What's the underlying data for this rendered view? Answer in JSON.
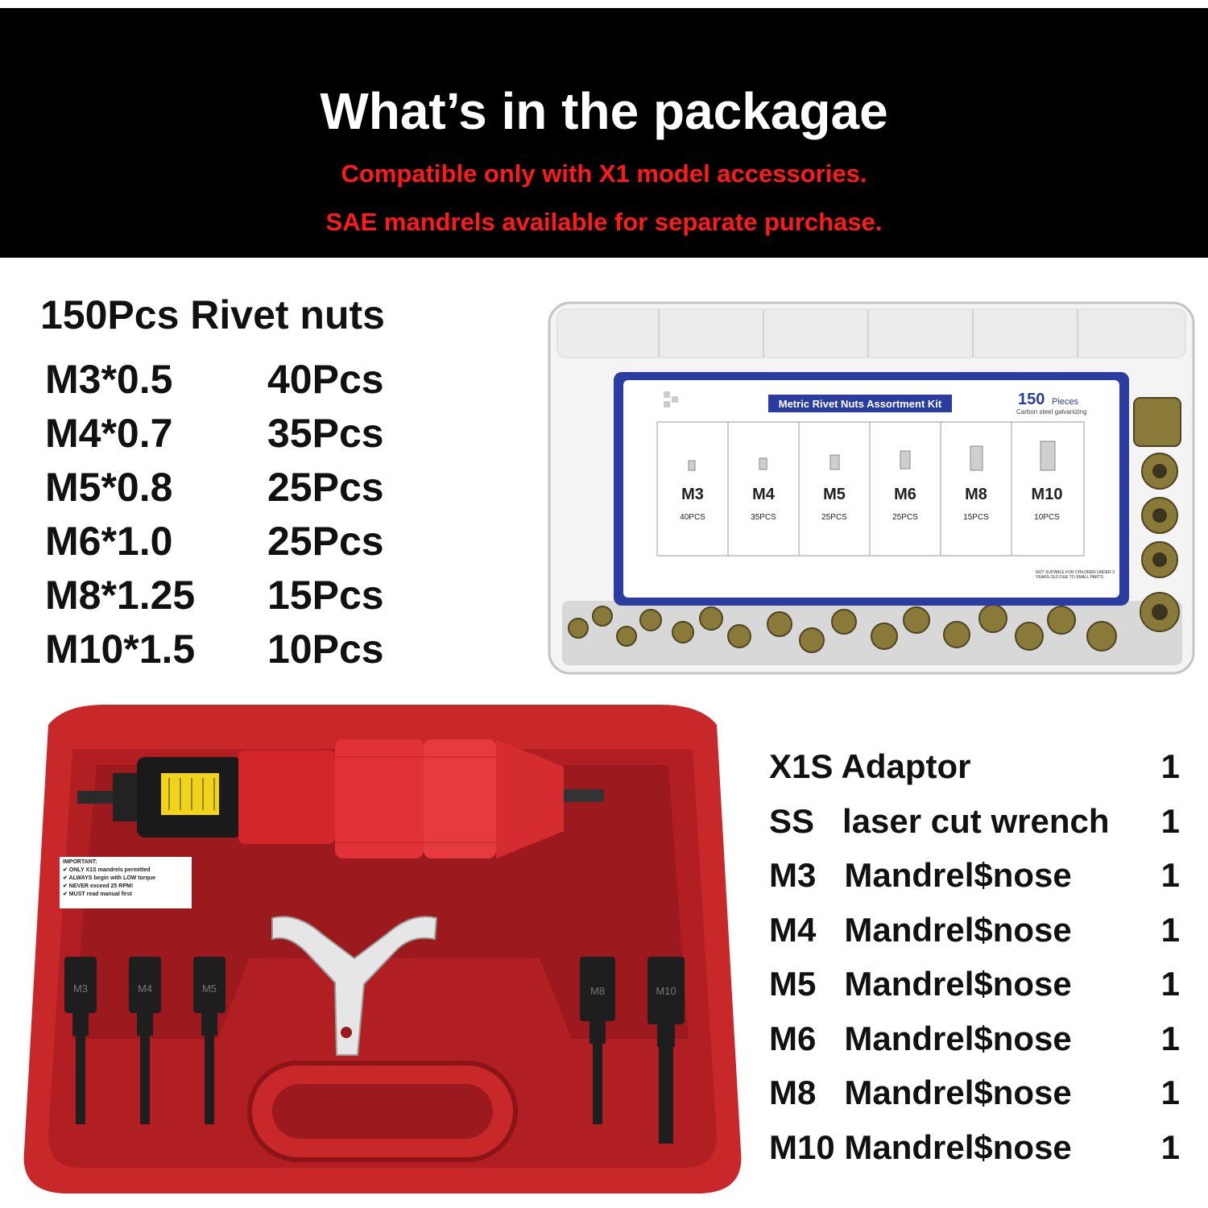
{
  "banner": {
    "title": "What’s in the packagae",
    "line1": "Compatible only with X1 model accessories.",
    "line2": "SAE mandrels available for separate purchase."
  },
  "rivet_nuts": {
    "title": "150Pcs Rivet nuts",
    "rows": [
      {
        "size": "M3*0.5",
        "qty": "40Pcs"
      },
      {
        "size": "M4*0.7",
        "qty": "35Pcs"
      },
      {
        "size": "M5*0.8",
        "qty": "25Pcs"
      },
      {
        "size": "M6*1.0",
        "qty": "25Pcs"
      },
      {
        "size": "M8*1.25",
        "qty": "15Pcs"
      },
      {
        "size": "M10*1.5",
        "qty": "10Pcs"
      }
    ]
  },
  "kit_box": {
    "label_title": "Metric Rivet Nuts Assortment Kit",
    "count": "150",
    "count_unit": "Pieces",
    "material": "Carbon steel galvanizing",
    "warning": "NOT SUITABLE FOR CHILDREN UNDER 3 YEARS OLD DUE TO SMALL PARTS",
    "compartments": [
      {
        "size": "M3",
        "pcs": "40PCS"
      },
      {
        "size": "M4",
        "pcs": "35PCS"
      },
      {
        "size": "M5",
        "pcs": "25PCS"
      },
      {
        "size": "M6",
        "pcs": "25PCS"
      },
      {
        "size": "M8",
        "pcs": "15PCS"
      },
      {
        "size": "M10",
        "pcs": "10PCS"
      }
    ]
  },
  "case": {
    "notice": [
      "IMPORTANT:",
      "✔ ONLY X1S mandrels permitted",
      "✔ ALWAYS begin with LOW torque",
      "✔ NEVER exceed 25 RPM!",
      "✔ MUST read manual first"
    ],
    "mandrel_left": [
      "M3",
      "M4",
      "M5"
    ],
    "mandrel_right": [
      "M8",
      "M10"
    ]
  },
  "items": [
    {
      "name": "X1S Adaptor",
      "count": "1"
    },
    {
      "name": "SS   laser cut wrench",
      "count": "1"
    },
    {
      "name": "M3   Mandrel$nose",
      "count": "1"
    },
    {
      "name": "M4   Mandrel$nose",
      "count": "1"
    },
    {
      "name": "M5   Mandrel$nose",
      "count": "1"
    },
    {
      "name": "M6   Mandrel$nose",
      "count": "1"
    },
    {
      "name": "M8   Mandrel$nose",
      "count": "1"
    },
    {
      "name": "M10 Mandrel$nose",
      "count": "1"
    }
  ],
  "colors": {
    "banner_bg": "#000000",
    "accent_red": "#ff1a1a",
    "case_red": "#c8282a",
    "label_blue": "#2a3ca0"
  }
}
